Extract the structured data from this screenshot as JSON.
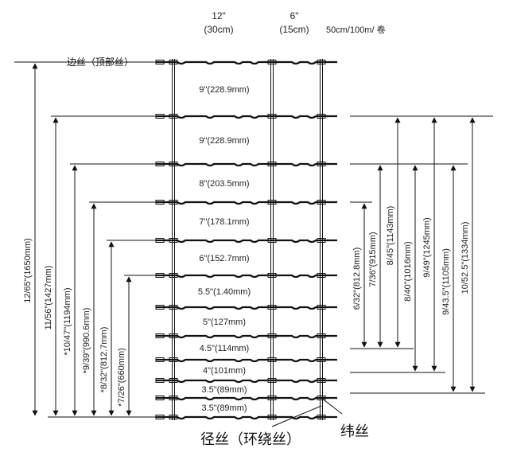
{
  "header": {
    "col1_inch": "12\"",
    "col1_cm": "(30cm)",
    "col2_inch": "6\"",
    "col2_cm": "(15cm)",
    "roll": "50cm/100m/ 卷"
  },
  "top_wire_label": "边丝（顶部丝）",
  "bottom_labels": {
    "vertical": "径丝（环绕丝）",
    "horizontal": "纬丝"
  },
  "spacings": [
    "9\"(228.9mm)",
    "9\"(228.9mm)",
    "8\"(203.5mm)",
    "7\"(178.1mm)",
    "6\"(152.7mm)",
    "5.5\"(1.40mm)",
    "5\"(127mm)",
    "4.5\"(114mm)",
    "4\"(101mm)",
    "3.5\"(89mm)",
    "3.5\"(89mm)"
  ],
  "left_heights": [
    "12/65\"(1650mm)",
    "11/56\"(1427mm)",
    "*10/47\"(1194mm)",
    "*9/39\"(990.6mm)",
    "*8/32\"(812.7mm)",
    "*7/26\"(660mm)"
  ],
  "right_heights": [
    "6/32\"(812.8mm)",
    "7/36\"(915mm)",
    "8/45\"(1143mm)",
    "8/40\"(1016mm)",
    "9/49\"(1245mm)",
    "9/43.5\"(1105mm)",
    "10/52.5\"(1334mm)"
  ]
}
